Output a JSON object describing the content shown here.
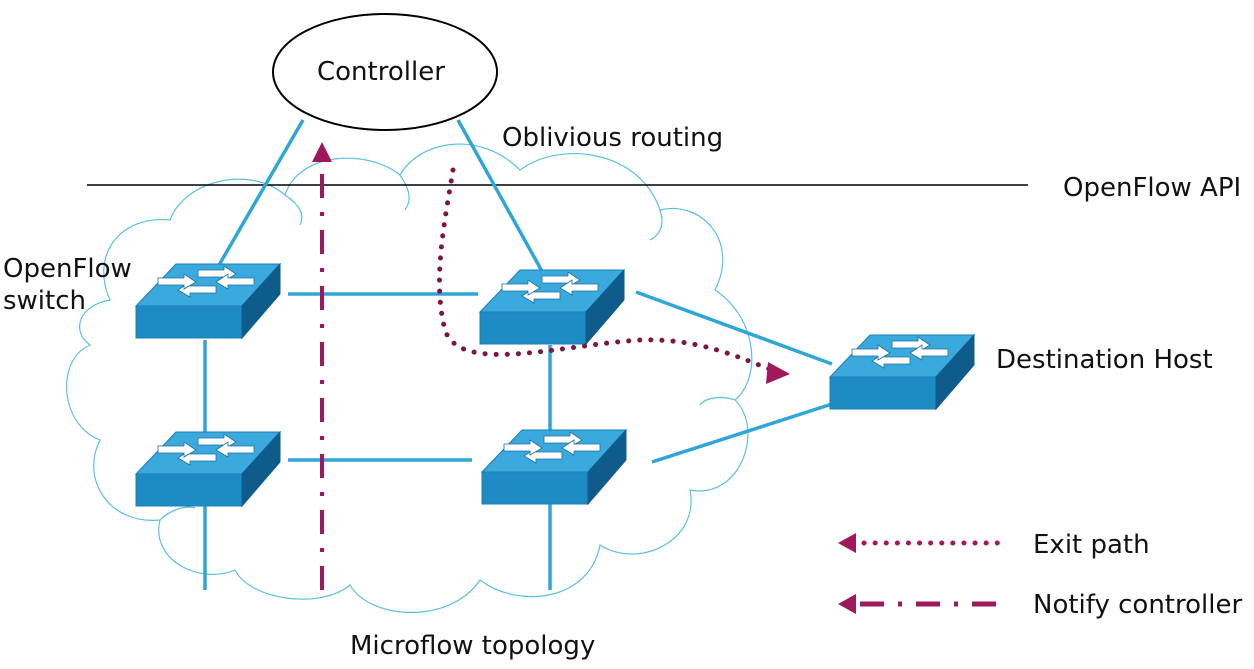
{
  "labels": {
    "controller": "Controller",
    "oblivious_routing": "Oblivious routing",
    "openflow_api": "OpenFlow API",
    "openflow_switch": [
      "OpenFlow",
      "switch"
    ],
    "destination_host": "Destination Host",
    "microflow_topology": "Microflow topology"
  },
  "legend": {
    "exit_path": "Exit path",
    "notify_controller": "Notify controller"
  },
  "colors": {
    "link": "#2fa6d8",
    "cloud": "#5bc0e0",
    "switch_top": "#39a9dc",
    "switch_front": "#1f8fc6",
    "switch_side": "#0f5f8f",
    "path": "#a0185c",
    "exit": "#7d1543",
    "api_line": "#000000"
  },
  "icons": [
    "switch-icon",
    "cloud-shape",
    "arrowhead-icon"
  ]
}
